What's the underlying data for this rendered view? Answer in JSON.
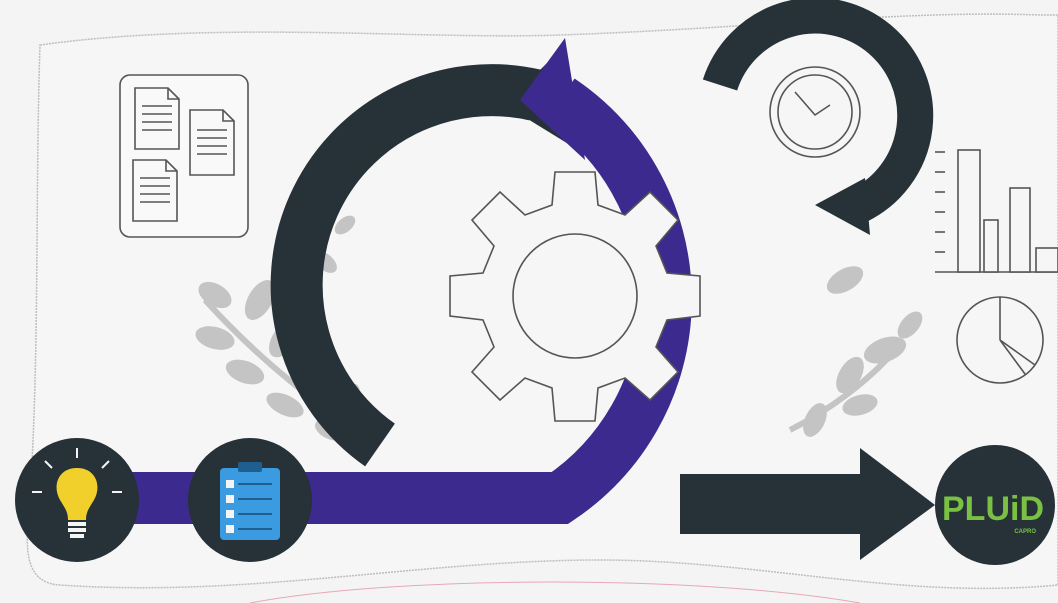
{
  "diagram": {
    "flow_steps": [
      {
        "icon": "lightbulb-icon"
      },
      {
        "icon": "clipboard-checklist-icon"
      },
      {
        "icon": "plud-logo"
      }
    ],
    "logo": {
      "text": "PLUiD",
      "subtext": "CAPRO",
      "color": "#7ac143"
    },
    "colors": {
      "background": "#f4f4f4",
      "panel": "#f6f6f6",
      "dark": "#263238",
      "purple": "#3d2a8f",
      "leaf": "#c4c4c4",
      "lightbulb": "#f2d02b",
      "clipboard": "#3b9be0"
    }
  }
}
